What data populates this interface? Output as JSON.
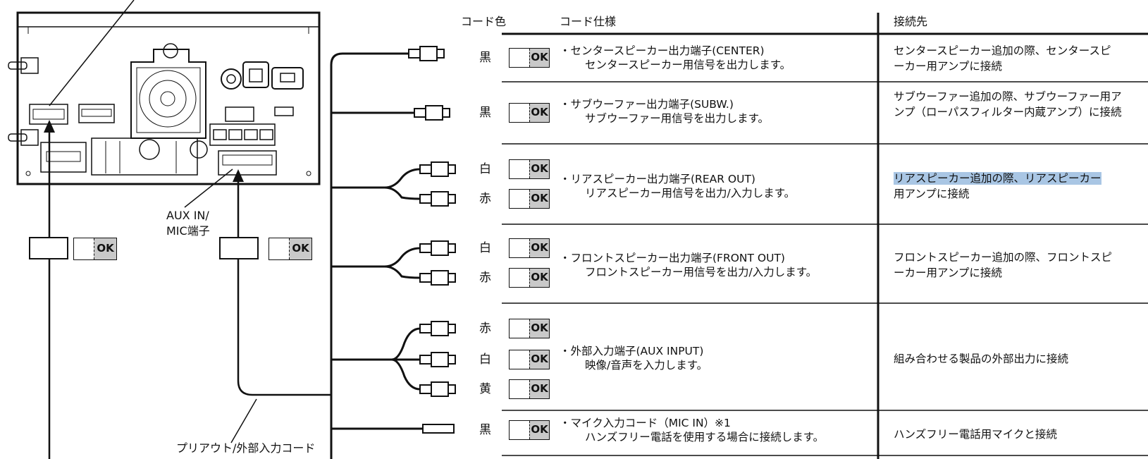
{
  "header": {
    "code_color": "コード色",
    "code_spec": "コード仕様",
    "destination": "接続先"
  },
  "ok_label": "OK",
  "left_labels": {
    "aux_mic": [
      "AUX IN/",
      "MIC端子"
    ],
    "preout_cord": "プリアウト/外部入力コード"
  },
  "rows": [
    {
      "colors": [
        "黒"
      ],
      "spec_title": "・センタースピーカー出力端子(CENTER)",
      "spec_desc": "センタースピーカー用信号を出力します。",
      "destination": "センタースピーカー追加の際、センタースピーカー用アンプに接続"
    },
    {
      "colors": [
        "黒"
      ],
      "spec_title": "・サブウーファー出力端子(SUBW.)",
      "spec_desc": "サブウーファー用信号を出力します。",
      "destination": "サブウーファー追加の際、サブウーファー用アンプ（ローパスフィルター内蔵アンプ）に接続"
    },
    {
      "colors": [
        "白",
        "赤"
      ],
      "spec_title": "・リアスピーカー出力端子(REAR OUT)",
      "spec_desc": "リアスピーカー用信号を出力/入力します。",
      "destination_highlight": "リアスピーカー追加の際、リアスピーカー",
      "destination_rest": "用アンプに接続"
    },
    {
      "colors": [
        "白",
        "赤"
      ],
      "spec_title": "・フロントスピーカー出力端子(FRONT OUT)",
      "spec_desc": "フロントスピーカー用信号を出力/入力します。",
      "destination": "フロントスピーカー追加の際、フロントスピーカー用アンプに接続"
    },
    {
      "colors": [
        "赤",
        "白",
        "黄"
      ],
      "spec_title": "・外部入力端子(AUX INPUT)",
      "spec_desc": "映像/音声を入力します。",
      "destination": "組み合わせる製品の外部出力に接続"
    },
    {
      "colors": [
        "黒"
      ],
      "spec_title": "・マイク入力コード（MIC IN）※1",
      "spec_desc": "ハンズフリー電話を使用する場合に接続します。",
      "destination": "ハンズフリー電話用マイクと接続"
    }
  ]
}
